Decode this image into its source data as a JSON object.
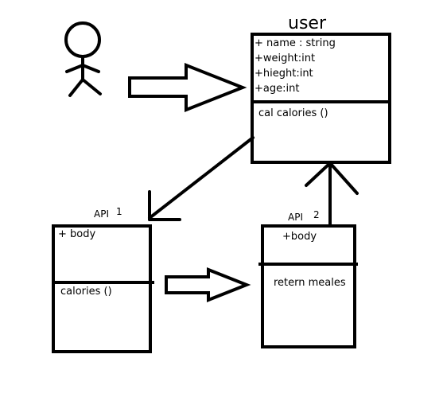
{
  "user_class": {
    "title": "user",
    "attributes": [
      "+ name : string",
      "+weight:int",
      "+hieght:int",
      "+age:int"
    ],
    "method": "cal calories ()"
  },
  "api1": {
    "title": "API",
    "number": "1",
    "attribute": "+ body",
    "method": "calories ()"
  },
  "api2": {
    "title": "API",
    "number": "2",
    "attribute": "+body",
    "method": "retern meales"
  },
  "colors": {
    "stroke": "#000000",
    "background": "#ffffff"
  }
}
